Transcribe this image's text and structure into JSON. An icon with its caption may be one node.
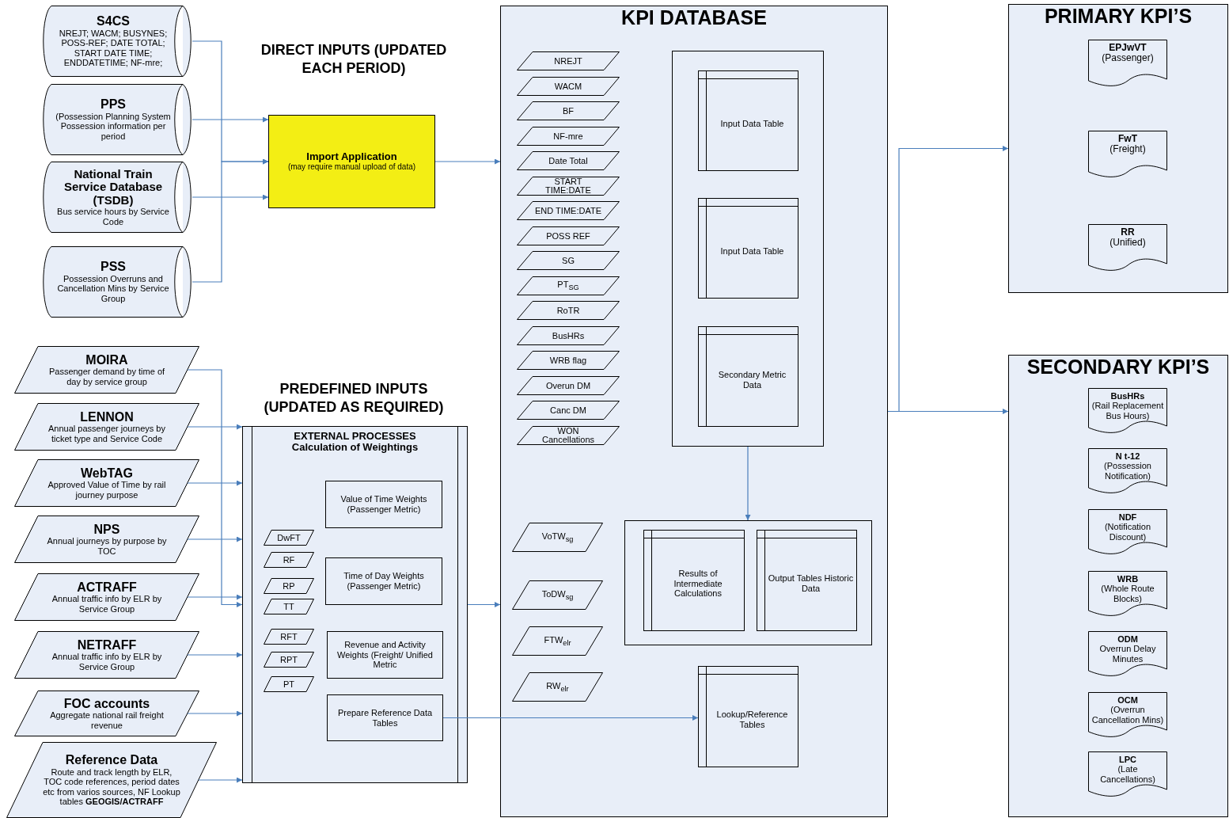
{
  "diagram": {
    "nodes": [
      {
        "text": [
          "S4CS",
          "NREJT; WACM; BUSYNES; POSS-REF; DATE TOTAL; START DATE TIME; ENDDATETIME; NF-mre;"
        ]
      },
      {
        "text": [
          "PPS",
          "(Possession Planning System Possession information per period"
        ]
      },
      {
        "text": [
          "National Train Service Database (TSDB)",
          "Bus service hours by Service Code"
        ]
      },
      {
        "text": [
          "PSS",
          "Possession Overruns and Cancellation Mins by Service Group"
        ]
      },
      {
        "text": [
          "MOIRA",
          "Passenger demand by time of day by service group"
        ]
      },
      {
        "text": [
          "LENNON",
          "Annual passenger journeys by ticket type and Service Code"
        ]
      },
      {
        "text": [
          "WebTAG",
          "Approved Value of Time by rail journey purpose"
        ]
      },
      {
        "text": [
          "NPS",
          "Annual journeys by purpose by TOC"
        ]
      },
      {
        "text": [
          "ACTRAFF",
          "Annual traffic info by ELR by Service Group"
        ]
      },
      {
        "text": [
          "NETRAFF",
          "Annual traffic info by ELR by Service Group"
        ]
      },
      {
        "text": [
          "FOC accounts",
          "Aggregate national rail freight revenue"
        ]
      },
      {
        "text": [
          "Reference Data",
          "Route and track length by ELR, TOC code references, period dates etc from varios sources, NF Lookup tables **GEOGIS/ACTRAFF**"
        ]
      },
      {
        "text": [
          "Import Application",
          "(may require manual upload of data)"
        ]
      },
      {
        "text": [
          "EXTERNAL PROCESSES",
          "Calculation of Weightings"
        ]
      },
      {
        "text": [
          "Value of Time Weights (Passenger Metric)"
        ],
        "in": 13
      },
      {
        "text": [
          "DwFT"
        ],
        "in": 13
      },
      {
        "text": [
          "RF"
        ],
        "in": 13
      },
      {
        "text": [
          "Time of Day Weights (Passenger Metric)"
        ],
        "in": 13
      },
      {
        "text": [
          "RP"
        ],
        "in": 13
      },
      {
        "text": [
          "TT"
        ],
        "in": 13
      },
      {
        "text": [
          "RFT"
        ],
        "in": 13
      },
      {
        "text": [
          "Revenue and Activity Weights (Freight/ Unified Metric"
        ],
        "in": 13
      },
      {
        "text": [
          "RPT"
        ],
        "in": 13
      },
      {
        "text": [
          "PT"
        ],
        "in": 13
      },
      {
        "text": [
          "Prepare Reference Data Tables"
        ],
        "in": 13
      },
      {
        "text": [
          "KPI DATABASE"
        ]
      },
      {
        "text": [
          "NREJT"
        ],
        "in": 25
      },
      {
        "text": [
          "WACM"
        ],
        "in": 25
      },
      {
        "text": [
          "BF"
        ],
        "in": 25
      },
      {
        "text": [
          "NF-mre"
        ],
        "in": 25
      },
      {
        "text": [
          "Date Total"
        ],
        "in": 25
      },
      {
        "text": [
          "START TIME:DATE"
        ],
        "in": 25
      },
      {
        "text": [
          "END TIME:DATE"
        ],
        "in": 25
      },
      {
        "text": [
          "POSS REF"
        ],
        "in": 25
      },
      {
        "text": [
          "SG"
        ],
        "in": 25
      },
      {
        "text": [
          "PT$_{SG}$"
        ],
        "in": 25
      },
      {
        "text": [
          "RoTR"
        ],
        "in": 25
      },
      {
        "text": [
          "BusHRs"
        ],
        "in": 25
      },
      {
        "text": [
          "WRB flag"
        ],
        "in": 25
      },
      {
        "text": [
          "Overun DM"
        ],
        "in": 25
      },
      {
        "text": [
          "Canc DM"
        ],
        "in": 25
      },
      {
        "text": [
          "WON Cancellations"
        ],
        "in": 25
      },
      {
        "text": [],
        "shape": "box",
        "in": 25
      },
      {
        "text": [
          "Input Data Table"
        ],
        "in": 42
      },
      {
        "text": [
          "Input Data Table"
        ],
        "in": 42
      },
      {
        "text": [
          "Secondary Metric Data"
        ],
        "in": 42
      },
      {
        "text": [
          "VoTW$_{sg}$"
        ],
        "in": 25
      },
      {
        "text": [
          "ToDW$_{sg}$"
        ],
        "in": 25
      },
      {
        "text": [
          "FTW$_{elr}$"
        ],
        "in": 25
      },
      {
        "text": [
          "RW$_{elr}$"
        ],
        "in": 25
      },
      {
        "text": [],
        "shape": "box",
        "in": 25
      },
      {
        "text": [
          "Results of Intermediate Calculations"
        ],
        "in": 50
      },
      {
        "text": [
          "Output Tables Historic Data"
        ],
        "in": 50
      },
      {
        "text": [
          "Lookup/Reference Tables"
        ],
        "in": 25
      },
      {
        "text": [
          "PRIMARY KPI’S"
        ]
      },
      {
        "text": [
          "EPJwVT",
          "(Passenger)"
        ],
        "in": 54
      },
      {
        "text": [
          "FwT",
          "(Freight)"
        ],
        "in": 54
      },
      {
        "text": [
          "RR",
          "(Unified)"
        ],
        "in": 54
      },
      {
        "text": [
          "SECONDARY KPI’S"
        ]
      },
      {
        "text": [
          "BusHRs",
          "(Rail Replacement Bus Hours)"
        ],
        "in": 58
      },
      {
        "text": [
          "N t-12",
          "(Possession Notification)"
        ],
        "in": 58
      },
      {
        "text": [
          "NDF",
          "(Notification Discount)"
        ],
        "in": 58
      },
      {
        "text": [
          "WRB",
          "(Whole Route Blocks)"
        ],
        "in": 58
      },
      {
        "text": [
          "ODM",
          "Overrun Delay Minutes"
        ],
        "in": 58
      },
      {
        "text": [
          "OCM",
          "(Overrun Cancellation Mins)"
        ],
        "in": 58
      },
      {
        "text": [
          "LPC",
          "(Late Cancellations)"
        ],
        "in": 58
      }
    ],
    "edges": [
      {
        "from": 0,
        "to": 12,
        "arrow": "to"
      },
      {
        "from": 1,
        "to": 12,
        "arrow": "to"
      },
      {
        "from": 2,
        "to": 12,
        "arrow": "to"
      },
      {
        "from": 3,
        "to": 12,
        "arrow": "to"
      },
      {
        "from": 12,
        "to": 25,
        "arrow": "to"
      },
      {
        "from": 4,
        "to": 13,
        "arrow": "to"
      },
      {
        "from": 5,
        "to": 13,
        "arrow": "to"
      },
      {
        "from": 6,
        "to": 13,
        "arrow": "to"
      },
      {
        "from": 7,
        "to": 13,
        "arrow": "to"
      },
      {
        "from": 8,
        "to": 13,
        "arrow": "to"
      },
      {
        "from": 9,
        "to": 13,
        "arrow": "to"
      },
      {
        "from": 10,
        "to": 13,
        "arrow": "to"
      },
      {
        "from": 11,
        "to": 13,
        "arrow": "to"
      },
      {
        "from": 13,
        "to": 25,
        "arrow": "to"
      },
      {
        "from": 24,
        "to": 53,
        "arrow": "to"
      },
      {
        "from": 42,
        "to": 50,
        "arrow": "to"
      },
      {
        "from": 25,
        "to": 54,
        "arrow": "to"
      },
      {
        "from": 25,
        "to": 58,
        "arrow": "to"
      }
    ],
    "labels": [
      "DIRECT INPUTS (UPDATED EACH PERIOD)",
      "PREDEFINED INPUTS (UPDATED AS REQUIRED)"
    ]
  }
}
